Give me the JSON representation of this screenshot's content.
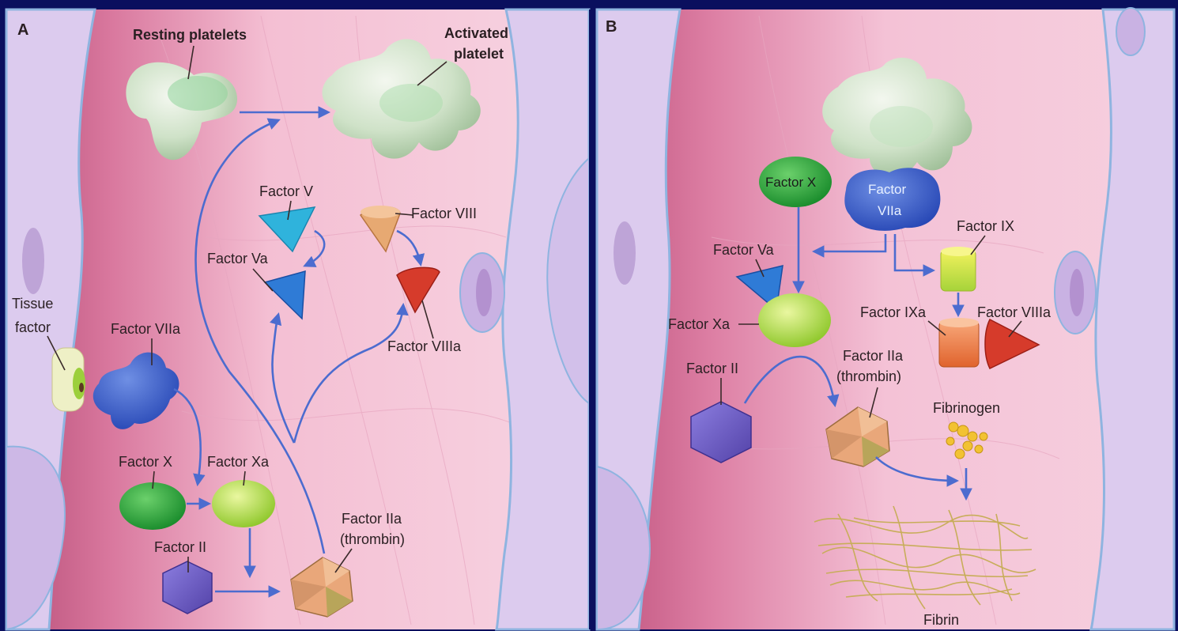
{
  "figure": {
    "panel_a": {
      "letter": "A",
      "resting_platelets": "Resting platelets",
      "activated_platelet_1": "Activated",
      "activated_platelet_2": "platelet",
      "tissue_factor_1": "Tissue",
      "tissue_factor_2": "factor",
      "factor_viia": "Factor VIIa",
      "factor_v": "Factor V",
      "factor_va": "Factor Va",
      "factor_viii": "Factor VIII",
      "factor_viiia": "Factor VIIIa",
      "factor_x": "Factor X",
      "factor_xa": "Factor Xa",
      "factor_ii": "Factor II",
      "factor_iia_1": "Factor IIa",
      "factor_iia_2": "(thrombin)"
    },
    "panel_b": {
      "letter": "B",
      "factor_x": "Factor X",
      "factor_viia_1": "Factor",
      "factor_viia_2": "VIIa",
      "factor_ix": "Factor IX",
      "factor_va": "Factor Va",
      "factor_xa": "Factor Xa",
      "factor_ixa": "Factor IXa",
      "factor_viiia": "Factor VIIIa",
      "factor_ii": "Factor II",
      "factor_iia_1": "Factor IIa",
      "factor_iia_2": "(thrombin)",
      "fibrinogen": "Fibrinogen",
      "fibrin": "Fibrin"
    },
    "colors": {
      "page_bg": "#0a0f5e",
      "vessel_pink": "#f2b8cf",
      "vessel_dark": "#c95a82",
      "endothelium": "#d6c8ec",
      "arrow_blue": "#4c6ccf"
    }
  }
}
